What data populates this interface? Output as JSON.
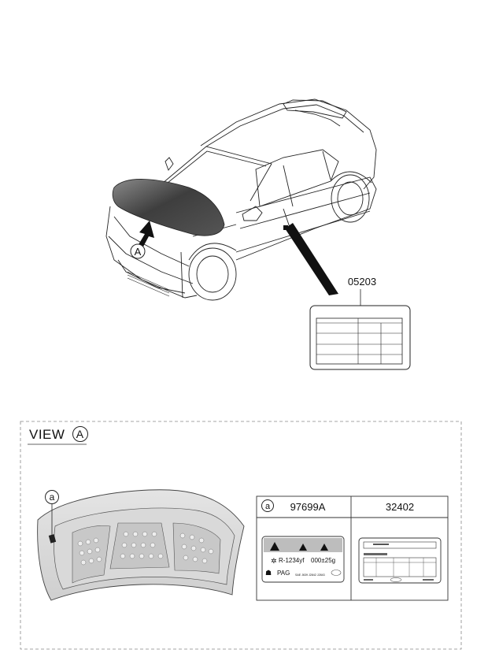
{
  "part_labels": {
    "body_label": "05203",
    "callout_a": "a",
    "table_col1_part": "97699A",
    "table_col2_part": "32402"
  },
  "view": {
    "prefix": "VIEW",
    "ref_letter": "A"
  },
  "refrigerant_label": {
    "refrigerant": "R-1234yf",
    "charge": "000±25g",
    "oil": "PAG",
    "small_print": "SAE J639 J2842 J2843"
  }
}
